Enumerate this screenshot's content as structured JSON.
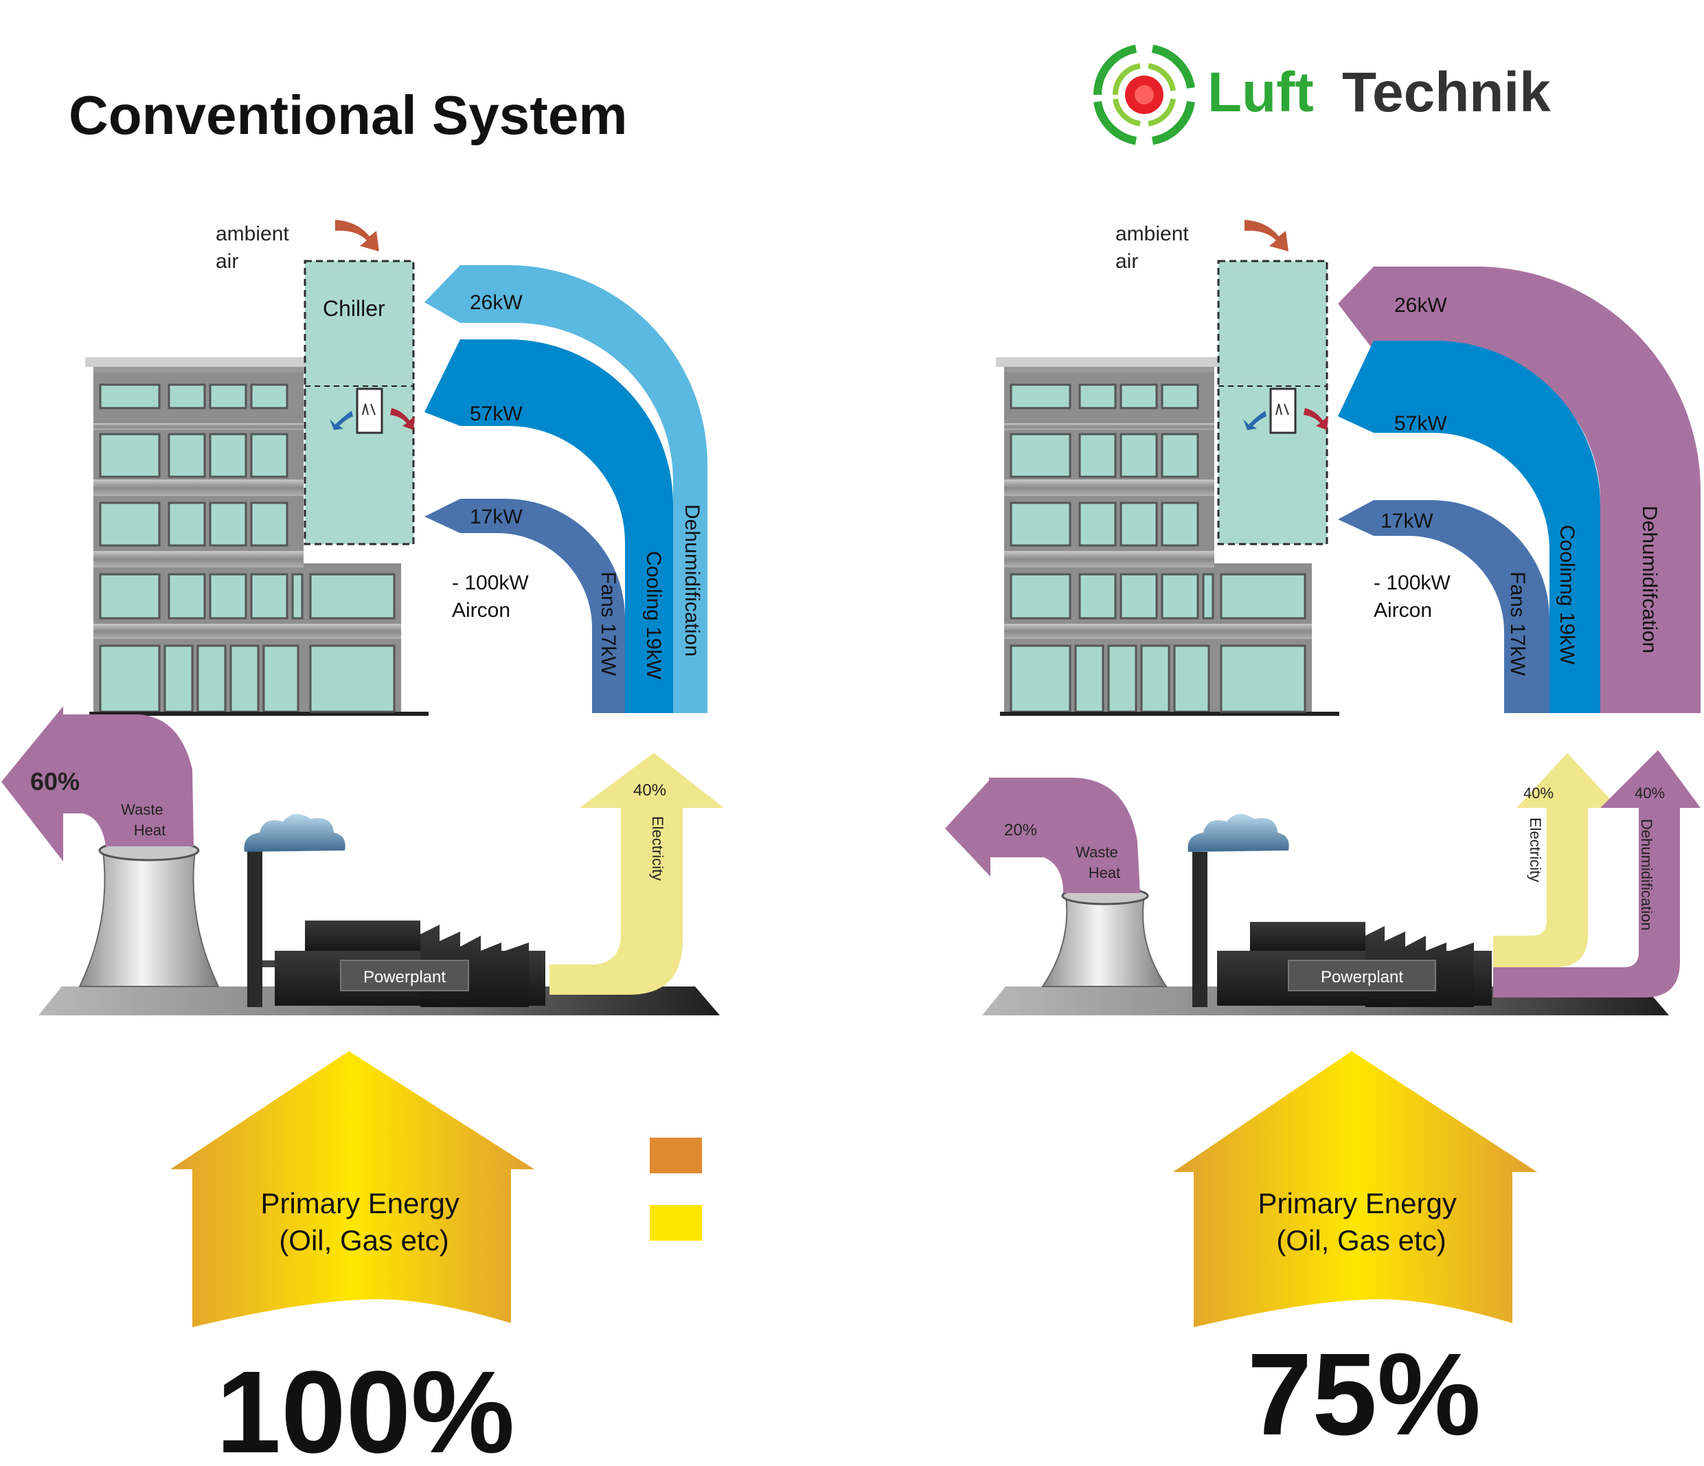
{
  "left": {
    "title": "Conventional System",
    "ambient": [
      "ambient",
      "air"
    ],
    "chiller": "Chiller",
    "arrow_26": "26kW",
    "arrow_57": "57kW",
    "arrow_17": "17kW",
    "aircon": [
      "- 100kW",
      "Aircon"
    ],
    "band_fans": "Fans 17kW",
    "band_cooling": "Cooling 19kW",
    "band_dehum": "Dehumidification",
    "waste_pct": "60%",
    "waste_heat": [
      "Waste",
      "Heat"
    ],
    "electricity_pct": "40%",
    "electricity": "Electricity",
    "powerplant": "Powerplant",
    "primary": [
      "Primary Energy",
      "(Oil, Gas etc)"
    ],
    "total": "100%"
  },
  "right": {
    "brand_left": "Luft",
    "brand_right": "Technik",
    "ambient": [
      "ambient",
      "air"
    ],
    "arrow_26": "26kW",
    "arrow_57": "57kW",
    "arrow_17": "17kW",
    "aircon": [
      "- 100kW",
      "Aircon"
    ],
    "band_fans": "Fans 17kW",
    "band_cooling": "Coolinng 19kW",
    "band_dehum": "Dehumidifcation",
    "waste_pct": "20%",
    "waste_heat": [
      "Waste",
      "Heat"
    ],
    "electricity_pct": "40%",
    "electricity": "Electricity",
    "dehum_pct": "40%",
    "dehum_arrow": "Dehumidification",
    "powerplant": "Powerplant",
    "primary": [
      "Primary Energy",
      "(Oil, Gas etc)"
    ],
    "total": "75%"
  },
  "colors": {
    "building_glass": "#a8d8cc",
    "building_grey": "#8a8a8a",
    "light_blue": "#5bb8e0",
    "mid_blue": "#0088cc",
    "steel_blue": "#4a73ad",
    "purple": "#a872a0",
    "yellow": "#f0e68c",
    "gold": "#f0c000",
    "brand_green": "#2ea836",
    "brand_red": "#e8202a",
    "legend_orange": "#e08a30",
    "legend_yellow": "#ffe600"
  }
}
